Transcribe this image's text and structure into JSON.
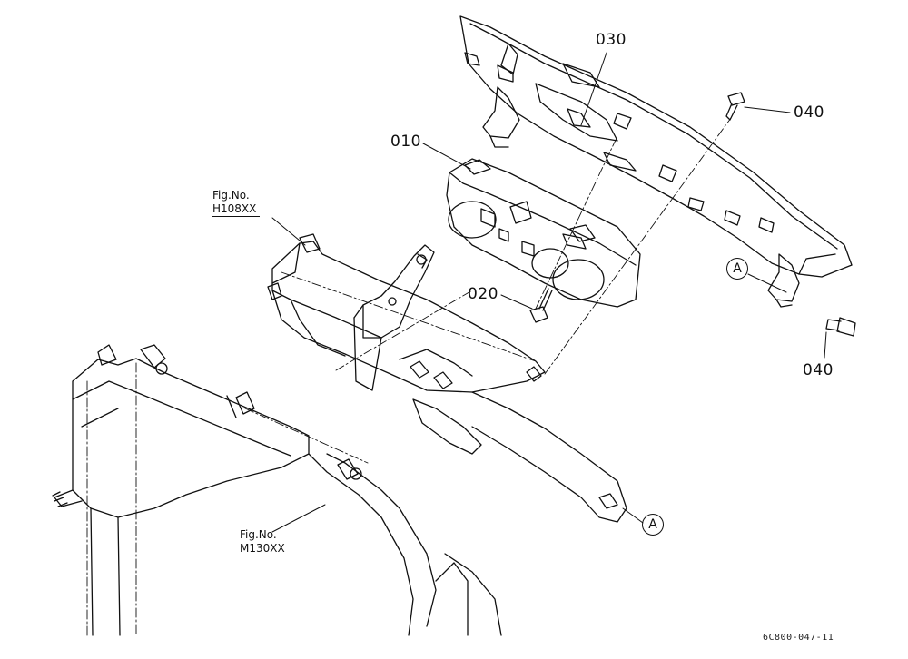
{
  "drawing": {
    "code": "6C800-047-11"
  },
  "part_callouts": [
    {
      "number": "010"
    },
    {
      "number": "020"
    },
    {
      "number": "030"
    },
    {
      "number": "040"
    },
    {
      "number": "040"
    }
  ],
  "figure_references": [
    {
      "caption": "Fig.No.",
      "number": "H108XX"
    },
    {
      "caption": "Fig.No.",
      "number": "M130XX"
    }
  ],
  "connection_markers": [
    {
      "letter": "A"
    },
    {
      "letter": "A"
    }
  ],
  "colors": {
    "line": "#111111",
    "background": "#ffffff"
  }
}
